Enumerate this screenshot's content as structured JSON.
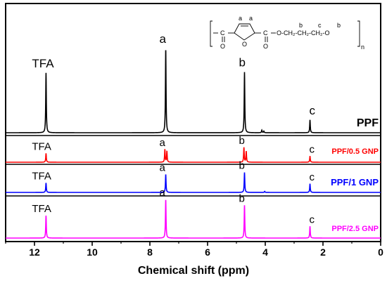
{
  "chart_data": {
    "type": "line",
    "xlabel": "Chemical shift (ppm)",
    "xlim": [
      13,
      0
    ],
    "x_reversed": true,
    "xticks": [
      12,
      10,
      8,
      6,
      4,
      2,
      0
    ],
    "stacked": true,
    "series": [
      {
        "name": "PPF",
        "color": "#000000",
        "height_scale": 1.0,
        "peaks": [
          {
            "x": 11.6,
            "height": 0.71
          },
          {
            "x": 7.45,
            "height": 1.0
          },
          {
            "x": 4.72,
            "height": 0.72
          },
          {
            "x": 4.12,
            "height": 0.03
          },
          {
            "x": 4.05,
            "height": 0.02
          },
          {
            "x": 2.45,
            "height": 0.15
          }
        ],
        "labels": [
          {
            "text": "TFA",
            "x": 11.6
          },
          {
            "text": "a",
            "x": 7.45
          },
          {
            "text": "b",
            "x": 4.72
          },
          {
            "text": "c",
            "x": 2.45
          }
        ]
      },
      {
        "name": "PPF/0.5 GNP",
        "color": "#ff0000",
        "height_scale": 1.0,
        "peaks": [
          {
            "x": 11.6,
            "height": 0.45
          },
          {
            "x": 7.48,
            "height": 0.65
          },
          {
            "x": 7.41,
            "height": 0.55
          },
          {
            "x": 4.74,
            "height": 0.75
          },
          {
            "x": 4.66,
            "height": 0.55
          },
          {
            "x": 2.45,
            "height": 0.3
          }
        ],
        "labels": [
          {
            "text": "TFA",
            "x": 11.6
          },
          {
            "text": "a",
            "x": 7.45
          },
          {
            "text": "b",
            "x": 4.72
          },
          {
            "text": "c",
            "x": 2.45
          }
        ]
      },
      {
        "name": "PPF/1 GNP",
        "color": "#0000ff",
        "height_scale": 1.0,
        "peaks": [
          {
            "x": 11.6,
            "height": 0.45
          },
          {
            "x": 7.45,
            "height": 0.85
          },
          {
            "x": 4.72,
            "height": 0.95
          },
          {
            "x": 4.02,
            "height": 0.05
          },
          {
            "x": 2.45,
            "height": 0.4
          }
        ],
        "labels": [
          {
            "text": "TFA",
            "x": 11.6
          },
          {
            "text": "a",
            "x": 7.45
          },
          {
            "text": "b",
            "x": 4.72
          },
          {
            "text": "c",
            "x": 2.45
          }
        ]
      },
      {
        "name": "PPF/2.5 GNP",
        "color": "#ff00ff",
        "height_scale": 1.0,
        "peaks": [
          {
            "x": 11.6,
            "height": 0.58
          },
          {
            "x": 7.45,
            "height": 1.0
          },
          {
            "x": 4.72,
            "height": 0.85
          },
          {
            "x": 2.45,
            "height": 0.3
          }
        ],
        "labels": [
          {
            "text": "TFA",
            "x": 11.6
          },
          {
            "text": "a",
            "x": 7.45
          },
          {
            "text": "b",
            "x": 4.72
          },
          {
            "text": "c",
            "x": 2.45
          }
        ]
      }
    ]
  },
  "structure": {
    "left_part": "C",
    "left_o": "O",
    "ring_o": "O",
    "right_part": "C",
    "right_o": "O",
    "chain": "O-CH₂-CH₂-CH₂-O",
    "label_a1": "a",
    "label_a2": "a",
    "label_b1": "b",
    "label_c": "c",
    "label_b2": "b",
    "subscript_n": "n"
  }
}
